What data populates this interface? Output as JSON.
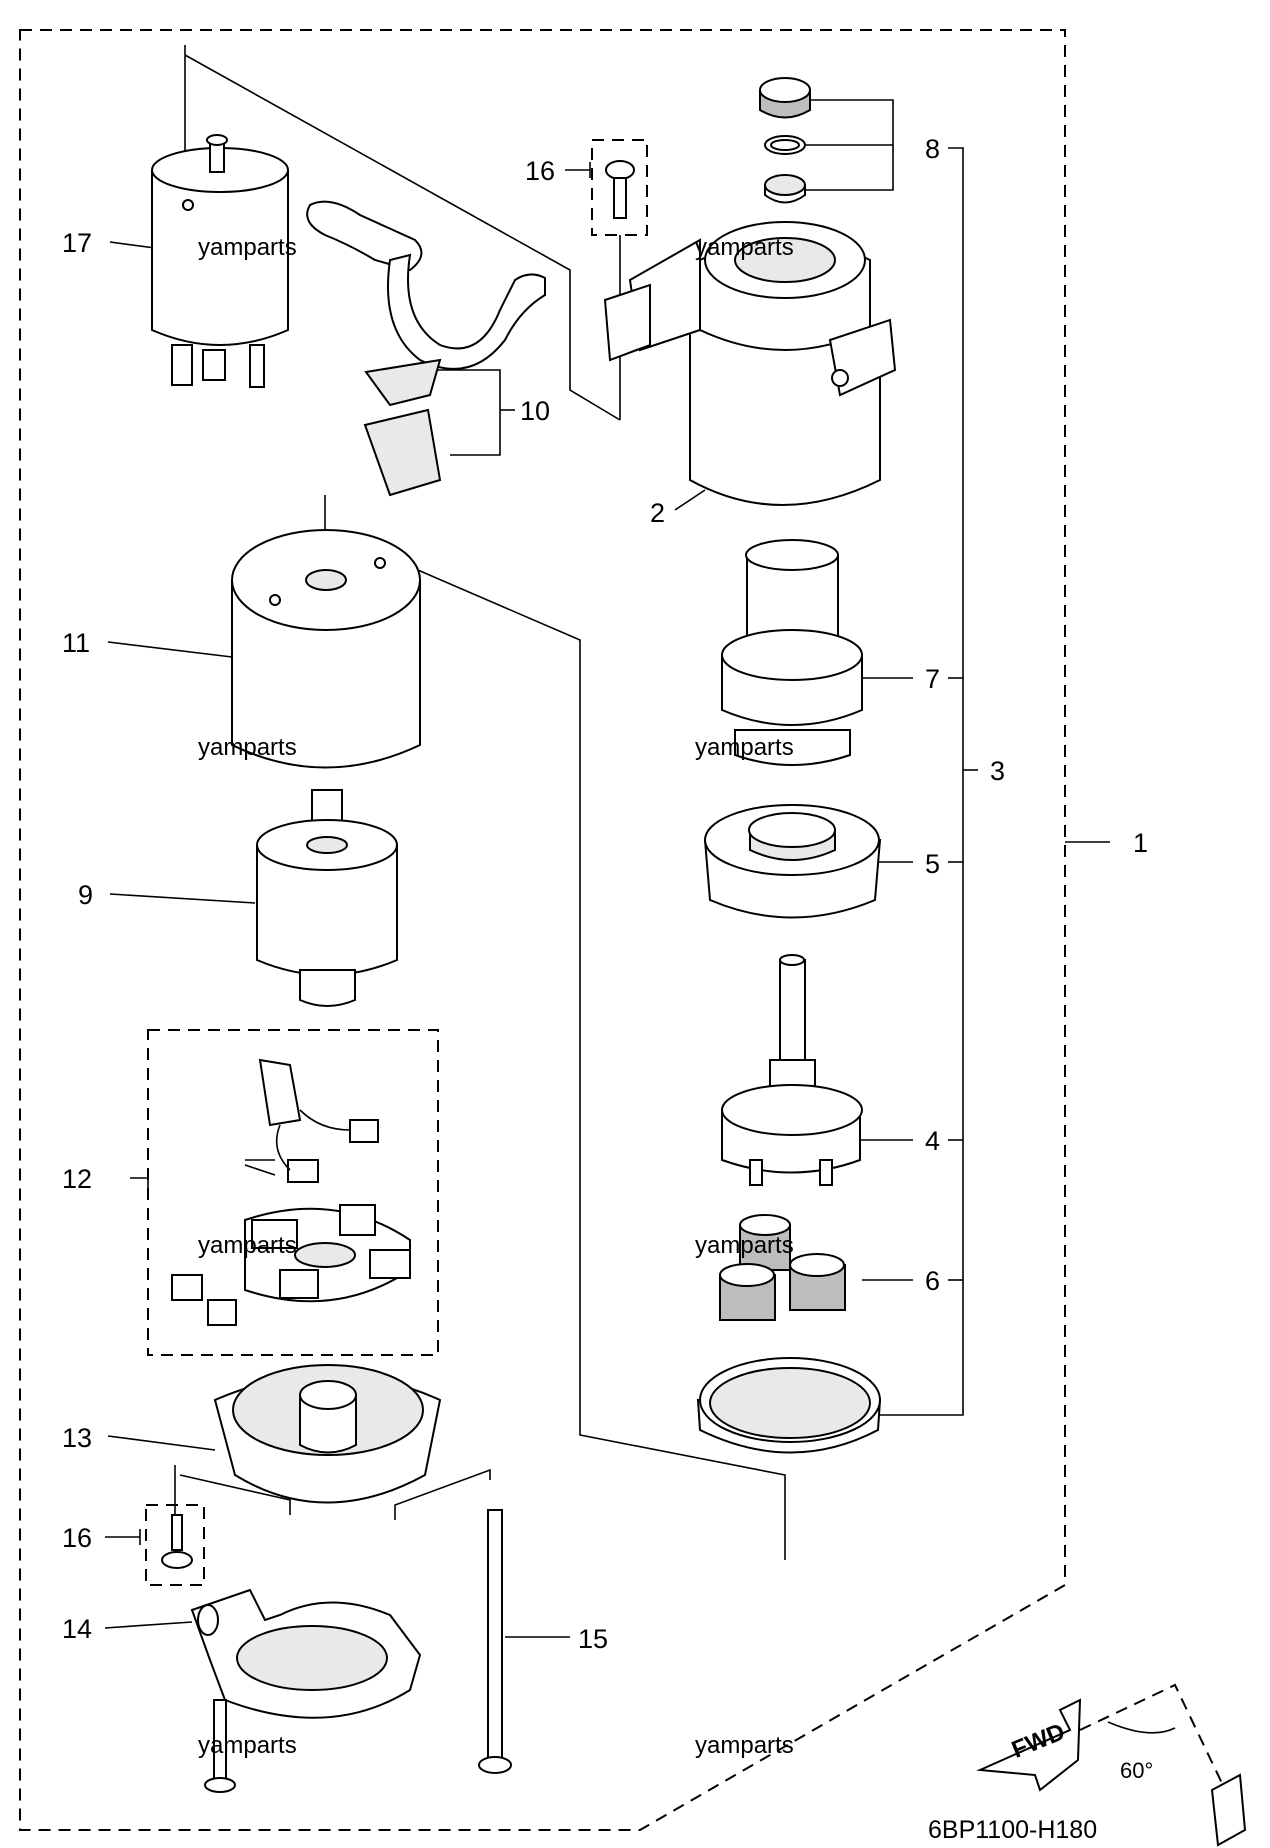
{
  "diagram": {
    "code": "6BP1100-H180",
    "watermark": "yamparts",
    "fwd_label": "FWD",
    "angle_label": "60°"
  },
  "callouts": [
    {
      "id": "c1",
      "text": "1"
    },
    {
      "id": "c2",
      "text": "2"
    },
    {
      "id": "c3",
      "text": "3"
    },
    {
      "id": "c4",
      "text": "4"
    },
    {
      "id": "c5",
      "text": "5"
    },
    {
      "id": "c6",
      "text": "6"
    },
    {
      "id": "c7",
      "text": "7"
    },
    {
      "id": "c8",
      "text": "8"
    },
    {
      "id": "c9",
      "text": "9"
    },
    {
      "id": "c10",
      "text": "10"
    },
    {
      "id": "c11",
      "text": "11"
    },
    {
      "id": "c12",
      "text": "12"
    },
    {
      "id": "c13",
      "text": "13"
    },
    {
      "id": "c14",
      "text": "14"
    },
    {
      "id": "c15",
      "text": "15"
    },
    {
      "id": "c16a",
      "text": "16"
    },
    {
      "id": "c16b",
      "text": "16"
    },
    {
      "id": "c17",
      "text": "17"
    }
  ]
}
